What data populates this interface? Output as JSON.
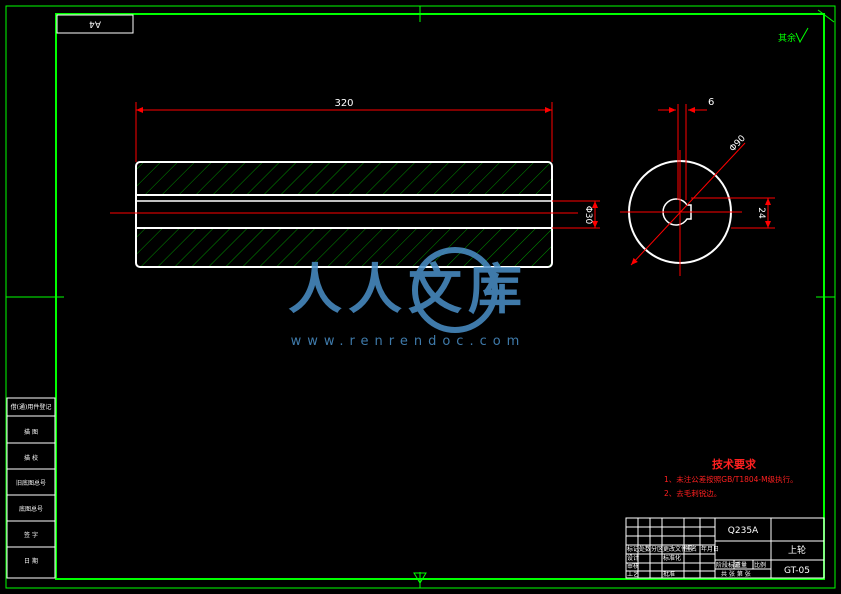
{
  "sheet": {
    "format": "A4",
    "roughness_note": "其余",
    "watermark_brand": "人人文库",
    "watermark_url": "www.renrendoc.com"
  },
  "dimensions": {
    "length": "320",
    "diameter": "Φ30",
    "keyway_width": "6",
    "outer_diameter": "Φ90",
    "keyway_depth": "24"
  },
  "tech_requirements": {
    "title": "技术要求",
    "items": [
      "1、未注公差按照GB/T1804-M级执行。",
      "2、去毛刺锐边。"
    ]
  },
  "left_table": {
    "rows": [
      "借(通)用件登记",
      "描 图",
      "描 校",
      "旧底图总号",
      "底图总号",
      "签 字",
      "日 期"
    ]
  },
  "title_block": {
    "material": "Q235A",
    "part_name": "上轮",
    "drawing_no": "GT-05",
    "row_labels": [
      "标记",
      "处数",
      "分区",
      "更改文件号",
      "签名",
      "年月日"
    ],
    "role_labels": [
      "设计",
      "审核",
      "工艺"
    ],
    "standardization": "标准化",
    "batch": "批准",
    "stage_header": "阶段标记",
    "weight_header": "重量",
    "scale_header": "比例",
    "sheet_info": "共 张 第 张"
  },
  "colors": {
    "frame": "#00ff00",
    "outline": "#ffffff",
    "hatch": "#00aa00",
    "dimension": "#ff0000",
    "text_red": "#ff2020",
    "watermark": "#4a90c8"
  }
}
